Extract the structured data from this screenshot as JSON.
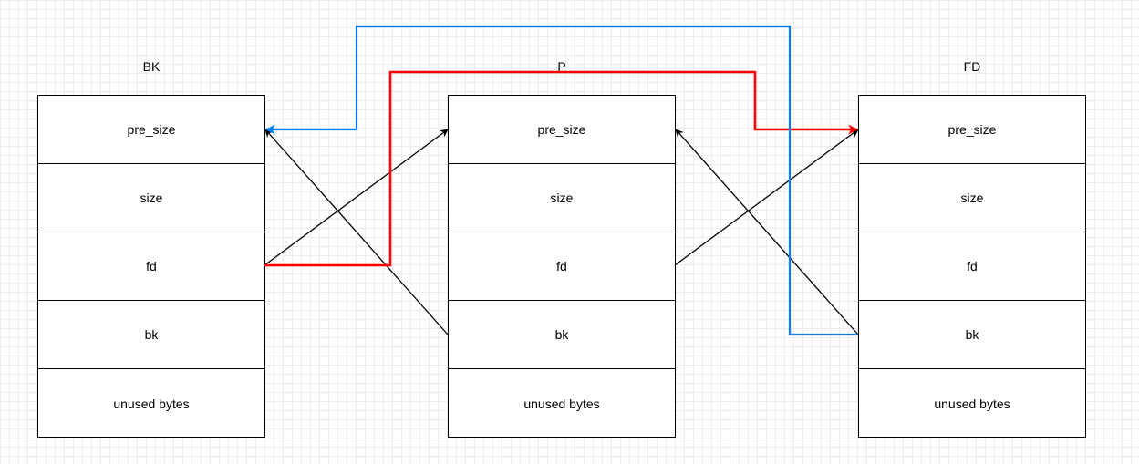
{
  "chunks": [
    {
      "title": "BK",
      "fields": [
        "pre_size",
        "size",
        "fd",
        "bk",
        "unused bytes"
      ]
    },
    {
      "title": "P",
      "fields": [
        "pre_size",
        "size",
        "fd",
        "bk",
        "unused bytes"
      ]
    },
    {
      "title": "FD",
      "fields": [
        "pre_size",
        "size",
        "fd",
        "bk",
        "unused bytes"
      ]
    }
  ],
  "colors": {
    "black_link": "#000000",
    "red_link": "#ff0000",
    "blue_link": "#007fff"
  }
}
